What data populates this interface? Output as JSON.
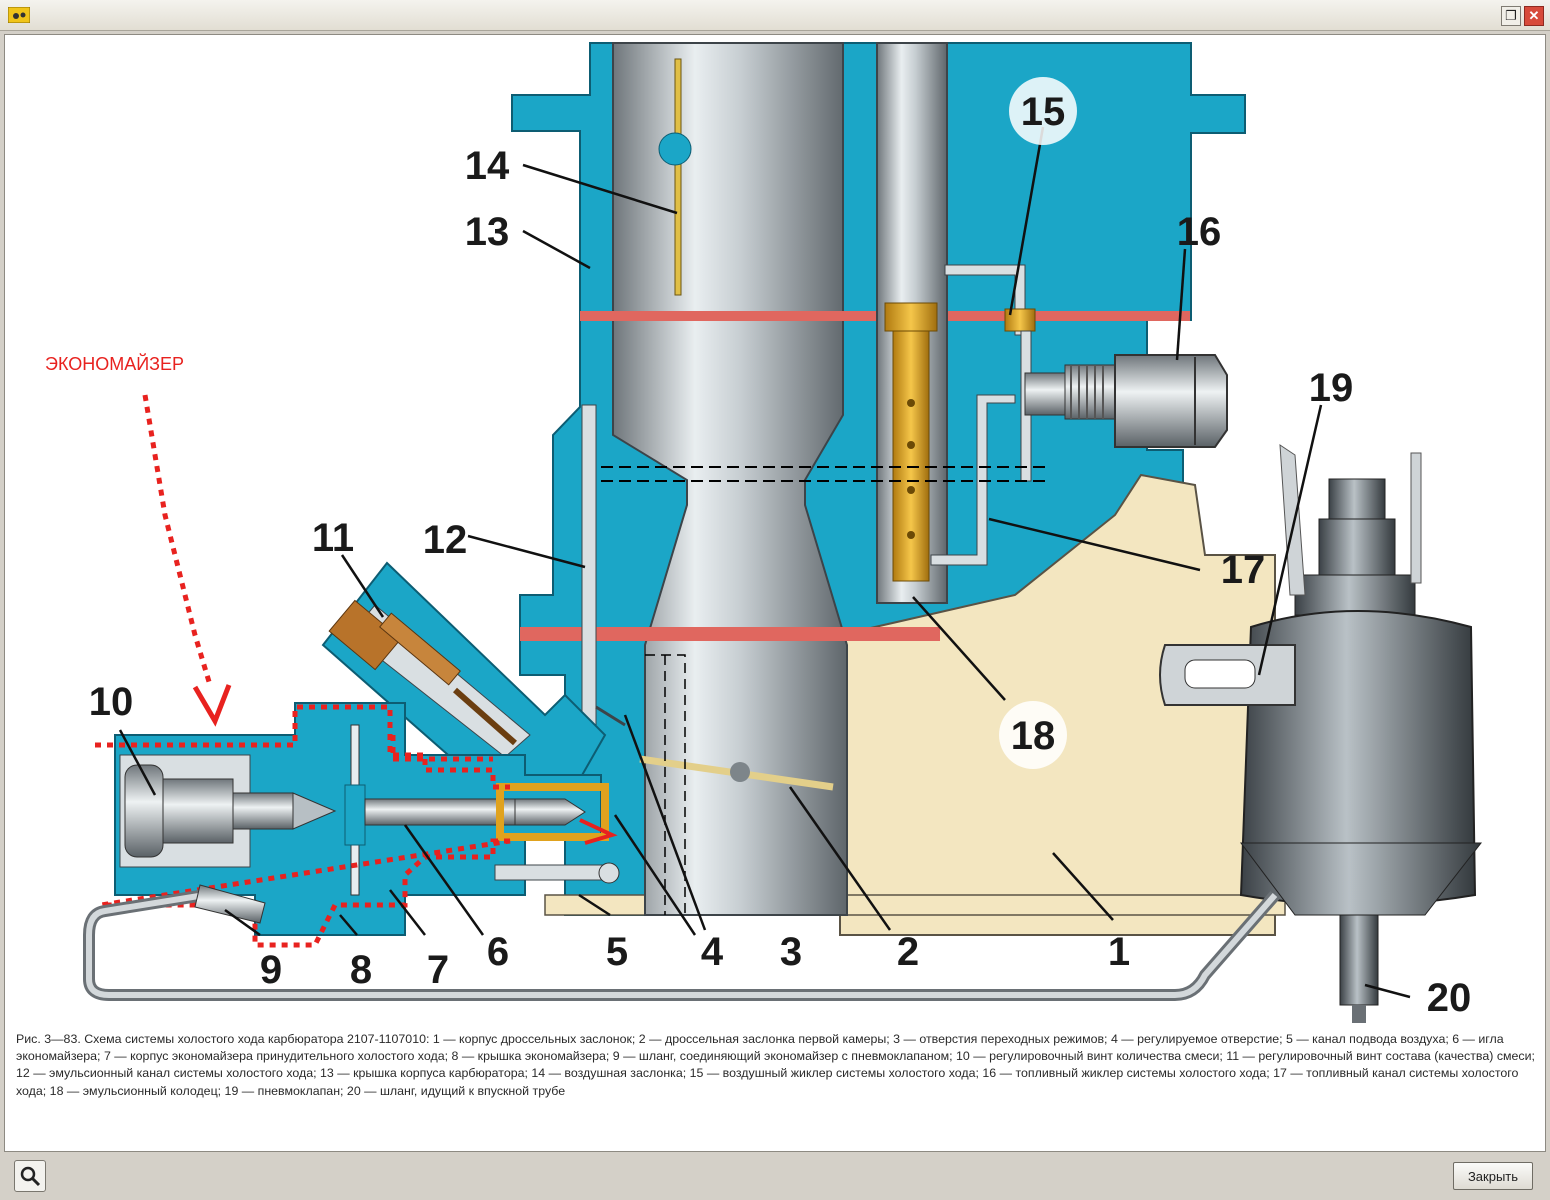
{
  "window": {
    "restore_glyph": "❐",
    "close_glyph": "✕"
  },
  "figure": {
    "annotation": "ЭКОНОМАЙЗЕР",
    "callouts": [
      "1",
      "2",
      "3",
      "4",
      "5",
      "6",
      "7",
      "8",
      "9",
      "10",
      "11",
      "12",
      "13",
      "14",
      "15",
      "16",
      "17",
      "18",
      "19",
      "20"
    ],
    "caption": "Рис. 3—83. Схема системы холостого хода карбюратора 2107-1107010: 1 — корпус дроссельных заслонок; 2 — дроссельная заслонка первой камеры; 3 — отверстия переходных режимов; 4 — регулируемое отверстие; 5 — канал подвода воздуха; 6 — игла экономайзера; 7 — корпус экономайзера принудительного холостого хода; 8 — крышка экономайзера; 9 — шланг, соединяющий экономайзер с пневмоклапаном; 10 — регулировочный винт количества смеси; 11 — регулировочный винт состава (качества) смеси; 12 — эмульсионный канал системы холостого хода; 13 — крышка корпуса карбюратора; 14 — воздушная заслонка; 15 — воздушный жиклер системы холостого хода; 16 — топливный жиклер системы холостого хода; 17 — топливный канал системы холостого хода; 18 — эмульсионный колодец; 19 — пневмоклапан; 20 — шланг, идущий к впускной трубе"
  },
  "bottom": {
    "close_label": "Закрыть"
  },
  "colors": {
    "body_blue": "#1ba6c7",
    "cream": "#f3e6c0",
    "gasket_red": "#e0675f",
    "brass": "#e0a21e",
    "dotted_red": "#e8221f"
  }
}
